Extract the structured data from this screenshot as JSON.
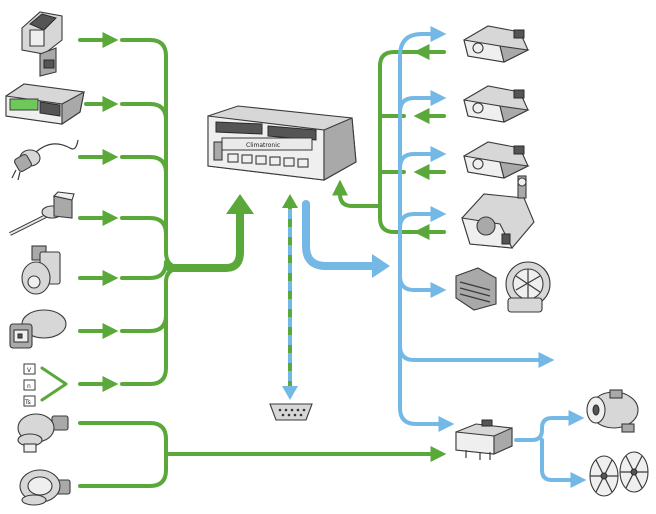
{
  "diagram": {
    "type": "climate-control-system-block-diagram",
    "colors": {
      "input_signal": "#5aa83a",
      "output_signal": "#74b8e6",
      "component_ink": "#3a3a3a",
      "component_fill": "#d7d7d7"
    },
    "center_unit": {
      "display_text": "Climatronic"
    },
    "selector_switch_labels": [
      "V",
      "n",
      "Ts"
    ],
    "inputs": [
      "sunlight-sensor",
      "instrument-cluster",
      "temperature-sensor-with-cable",
      "temperature-probe",
      "air-quality-sensor",
      "pressure-sensor",
      "selector-switches",
      "coolant-temperature-sensor",
      "engine-speed-sender"
    ],
    "outputs": [
      "flap-servo-motor-1",
      "flap-servo-motor-2",
      "flap-servo-motor-3",
      "flap-servo-motor-4",
      "fresh-air-blower",
      "output-signal",
      "compressor-control-unit"
    ],
    "compressor_outputs": [
      "ac-compressor",
      "radiator-fans"
    ],
    "diagnosis": "diagnostic-connector"
  }
}
